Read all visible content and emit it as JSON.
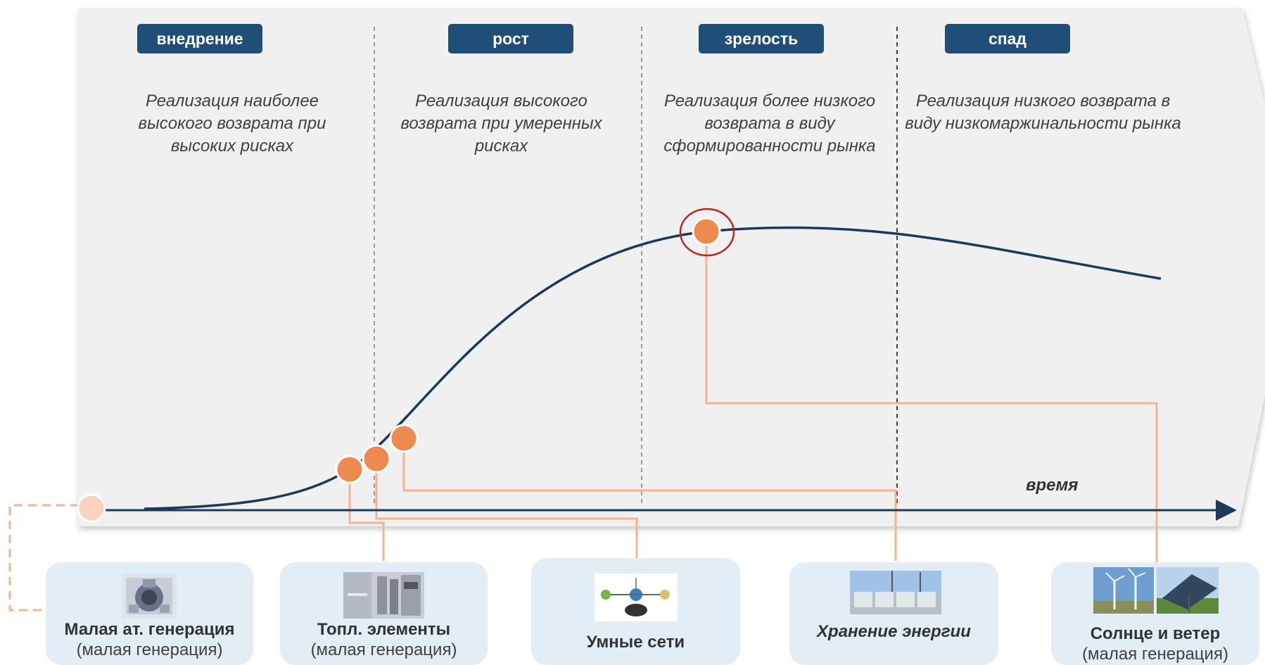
{
  "stages": [
    {
      "label": "внедрение",
      "description": "Реализация наиболее высокого возврата при высоких рисках"
    },
    {
      "label": "рост",
      "description": "Реализация высокого возврата при умеренных рисках"
    },
    {
      "label": "зрелость",
      "description": "Реализация более низкого возврата в виду сформированности рынка"
    },
    {
      "label": "спад",
      "description": "Реализация низкого возврата в виду низкомаржинальности рынка"
    }
  ],
  "axis": {
    "label": "время"
  },
  "technologies": [
    {
      "title": "Малая ат. генерация",
      "subtitle": "(малая генерация)",
      "icon": "reactor-icon"
    },
    {
      "title": "Топл. элементы",
      "subtitle": "(малая генерация)",
      "icon": "fuel-cell-icon"
    },
    {
      "title": "Умные сети",
      "subtitle": "",
      "icon": "smart-grid-icon"
    },
    {
      "title": "Хранение энергии",
      "subtitle": "",
      "icon": "energy-storage-icon"
    },
    {
      "title": "Солнце и ветер",
      "subtitle": "(малая генерация)",
      "icon": "solar-wind-icon"
    }
  ],
  "colors": {
    "badge": "#1f4e79",
    "curve": "#1b3a5c",
    "marker": "#ed8a4f",
    "connector": "#f2b491",
    "card": "#e3edf6",
    "highlight": "#c41e1e"
  }
}
